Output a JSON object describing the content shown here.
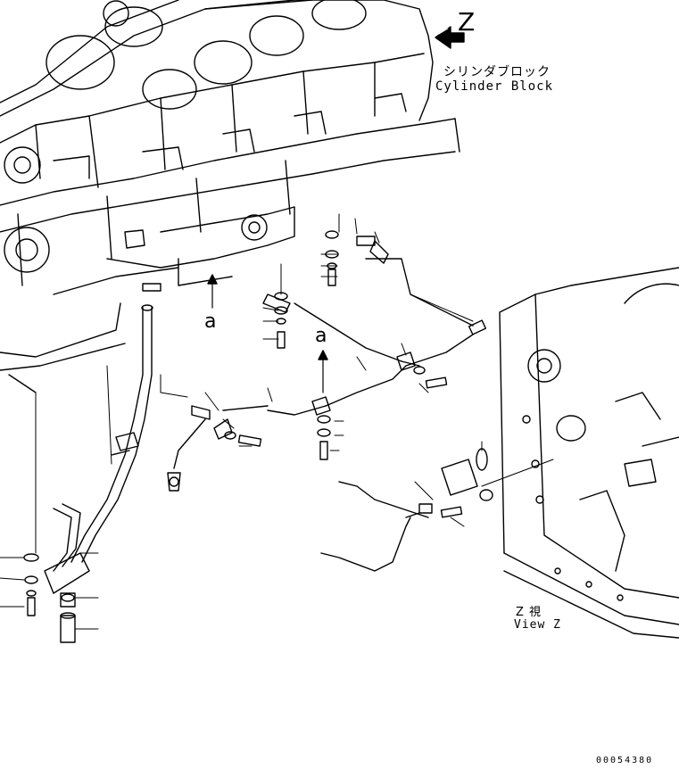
{
  "view_marker": "Z",
  "block_label": {
    "japanese": "シリンダブロック",
    "english": "Cylinder Block"
  },
  "callouts": [
    "a",
    "a"
  ],
  "view_caption": {
    "japanese": "Z 視",
    "english": "View Z"
  },
  "drawing_number": "00054380",
  "colors": {
    "ink": "#000000",
    "paper": "#ffffff"
  }
}
